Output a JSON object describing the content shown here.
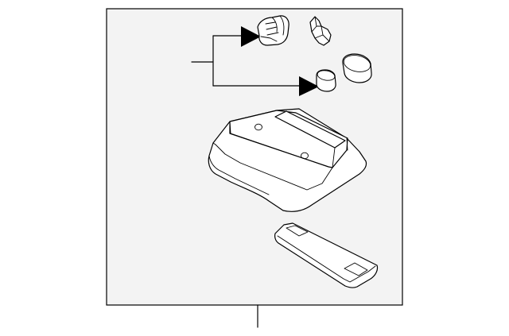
{
  "diagram": {
    "background": "#ffffff",
    "panel_fill": "#f3f3f3",
    "stroke_color": "#000000",
    "parts": [
      {
        "name": "bulb-wedge-large"
      },
      {
        "name": "bulb-wedge-small"
      },
      {
        "name": "bulb-socket-cap-large"
      },
      {
        "name": "bulb-socket-cap-small"
      },
      {
        "name": "lamp-housing"
      },
      {
        "name": "lamp-lens"
      }
    ]
  }
}
